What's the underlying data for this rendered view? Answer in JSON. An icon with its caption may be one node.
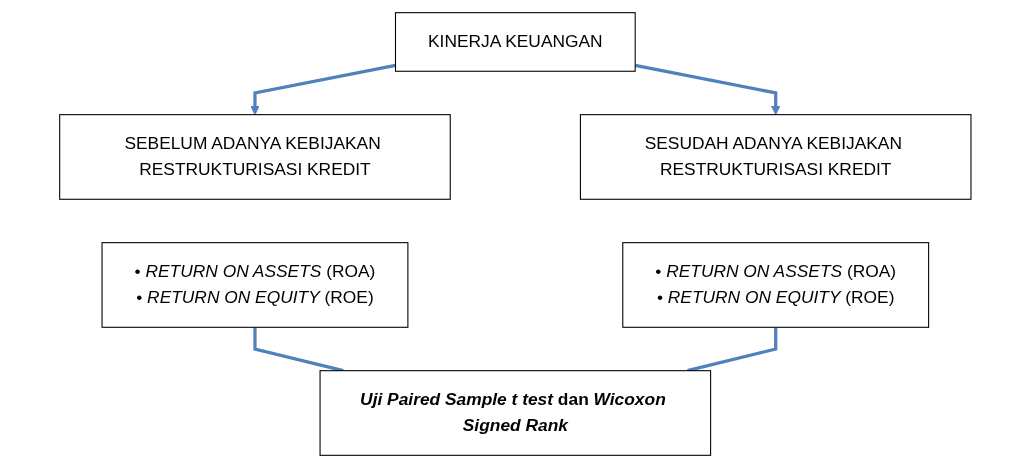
{
  "diagram": {
    "nodes": [
      {
        "text": [
          "KINERJA KEUANGAN"
        ]
      },
      {
        "text": [
          "SEBELUM ADANYA KEBIJAKAN RESTRUKTURISASI KREDIT"
        ]
      },
      {
        "text": [
          "SESUDAH ADANYA KEBIJAKAN RESTRUKTURISASI KREDIT"
        ]
      },
      {
        "text": [
          "• *RETURN ON ASSETS* (ROA)",
          "• *RETURN ON EQUITY* (ROE)"
        ]
      },
      {
        "text": [
          "• *RETURN ON ASSETS* (ROA)",
          "• *RETURN ON EQUITY* (ROE)"
        ]
      },
      {
        "text": [
          "*Uji Paired Sample t test* dan *Wicoxon Signed Rank*"
        ]
      }
    ],
    "edges": [
      {
        "from": 0,
        "to": 1,
        "arrow": "to",
        "color": "#4f81bd"
      },
      {
        "from": 0,
        "to": 2,
        "arrow": "to",
        "color": "#4f81bd"
      },
      {
        "from": 3,
        "to": 5,
        "arrow": "none",
        "color": "#4f81bd"
      },
      {
        "from": 4,
        "to": 5,
        "arrow": "none",
        "color": "#4f81bd"
      }
    ]
  }
}
